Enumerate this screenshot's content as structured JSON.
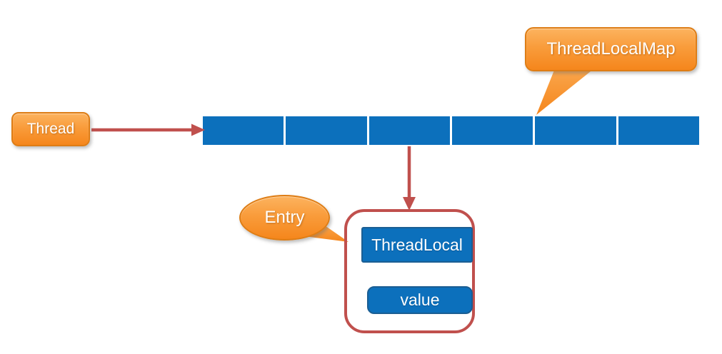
{
  "diagram": {
    "nodes": {
      "thread": {
        "label": "Thread"
      },
      "threadlocalmap": {
        "label": "ThreadLocalMap"
      },
      "entry": {
        "label": "Entry"
      },
      "threadlocal": {
        "label": "ThreadLocal"
      },
      "value": {
        "label": "value"
      }
    },
    "array": {
      "cell_count": 6
    },
    "icons": {
      "thread_to_array_arrow": "right-arrow",
      "array_to_entry_arrow": "down-arrow"
    },
    "colors": {
      "array_blue": "#0C70BC",
      "inner_box_border_blue": "#1B5E93",
      "callout_orange_top": "#FCB35F",
      "callout_orange_bottom": "#F5861C",
      "callout_orange_border": "#DE7D15",
      "arrow_red": "#C0504D",
      "text_white": "#FFFFFF",
      "background": "#FFFFFF"
    }
  }
}
